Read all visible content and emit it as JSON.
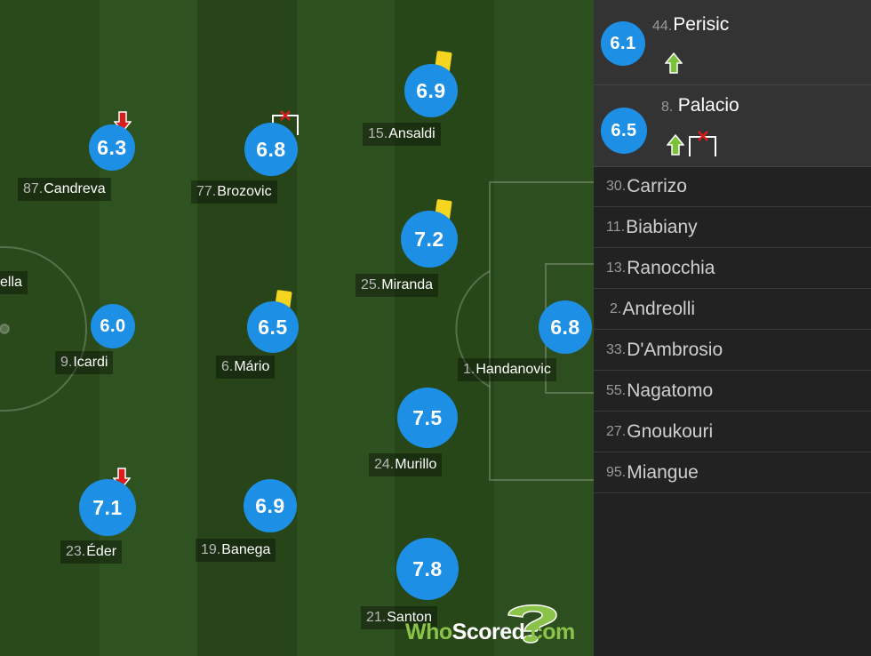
{
  "colors": {
    "rating_bubble": "#1d8fe5",
    "pitch_light": "#2f5220",
    "pitch_dark": "#26421a",
    "yellow_card": "#f5d51f",
    "sub_off_arrow": "#d91c1c",
    "sub_on_arrow": "#7bc23a",
    "panel_bg": "#222222",
    "logo_green": "#8bc34a"
  },
  "pitch_players": [
    {
      "number": "87.",
      "name": "Candreva",
      "rating": "6.3",
      "events": [
        "sub-off-arrow-icon"
      ]
    },
    {
      "number": "77.",
      "name": "Brozovic",
      "rating": "6.8",
      "events": [
        "missed-goal-icon"
      ]
    },
    {
      "number": "15.",
      "name": "Ansaldi",
      "rating": "6.9",
      "events": [
        "yellow-card-icon"
      ]
    },
    {
      "number": "25.",
      "name": "Miranda",
      "rating": "7.2",
      "events": [
        "yellow-card-icon"
      ]
    },
    {
      "number": "9. ",
      "name": "Icardi",
      "rating": "6.0",
      "events": []
    },
    {
      "number": "6. ",
      "name": "Mário",
      "rating": "6.5",
      "events": [
        "yellow-card-icon"
      ]
    },
    {
      "number": "1. ",
      "name": "Handanovic",
      "rating": "6.8",
      "events": []
    },
    {
      "number": "24.",
      "name": "Murillo",
      "rating": "7.5",
      "events": []
    },
    {
      "number": "23.",
      "name": "Éder",
      "rating": "7.1",
      "events": [
        "sub-off-arrow-icon"
      ]
    },
    {
      "number": "19.",
      "name": "Banega",
      "rating": "6.9",
      "events": []
    },
    {
      "number": "21.",
      "name": "Santon",
      "rating": "7.8",
      "events": []
    }
  ],
  "partial_player_name": "ella",
  "subs_used": [
    {
      "number": "44.",
      "name": "Perisic",
      "rating": "6.1",
      "events": [
        "sub-on-arrow-icon"
      ]
    },
    {
      "number": "8. ",
      "name": "Palacio",
      "rating": "6.5",
      "events": [
        "sub-on-arrow-icon",
        "missed-goal-icon"
      ]
    }
  ],
  "bench": [
    {
      "number": "30.",
      "name": "Carrizo"
    },
    {
      "number": "11.",
      "name": "Biabiany"
    },
    {
      "number": "13.",
      "name": "Ranocchia"
    },
    {
      "number": "2. ",
      "name": "Andreolli"
    },
    {
      "number": "33.",
      "name": "D'Ambrosio"
    },
    {
      "number": "55.",
      "name": "Nagatomo"
    },
    {
      "number": "27.",
      "name": "Gnoukouri"
    },
    {
      "number": "95.",
      "name": "Miangue"
    }
  ],
  "logo": {
    "part1": "Who",
    "part2": "Scored",
    "part3": ".com"
  }
}
